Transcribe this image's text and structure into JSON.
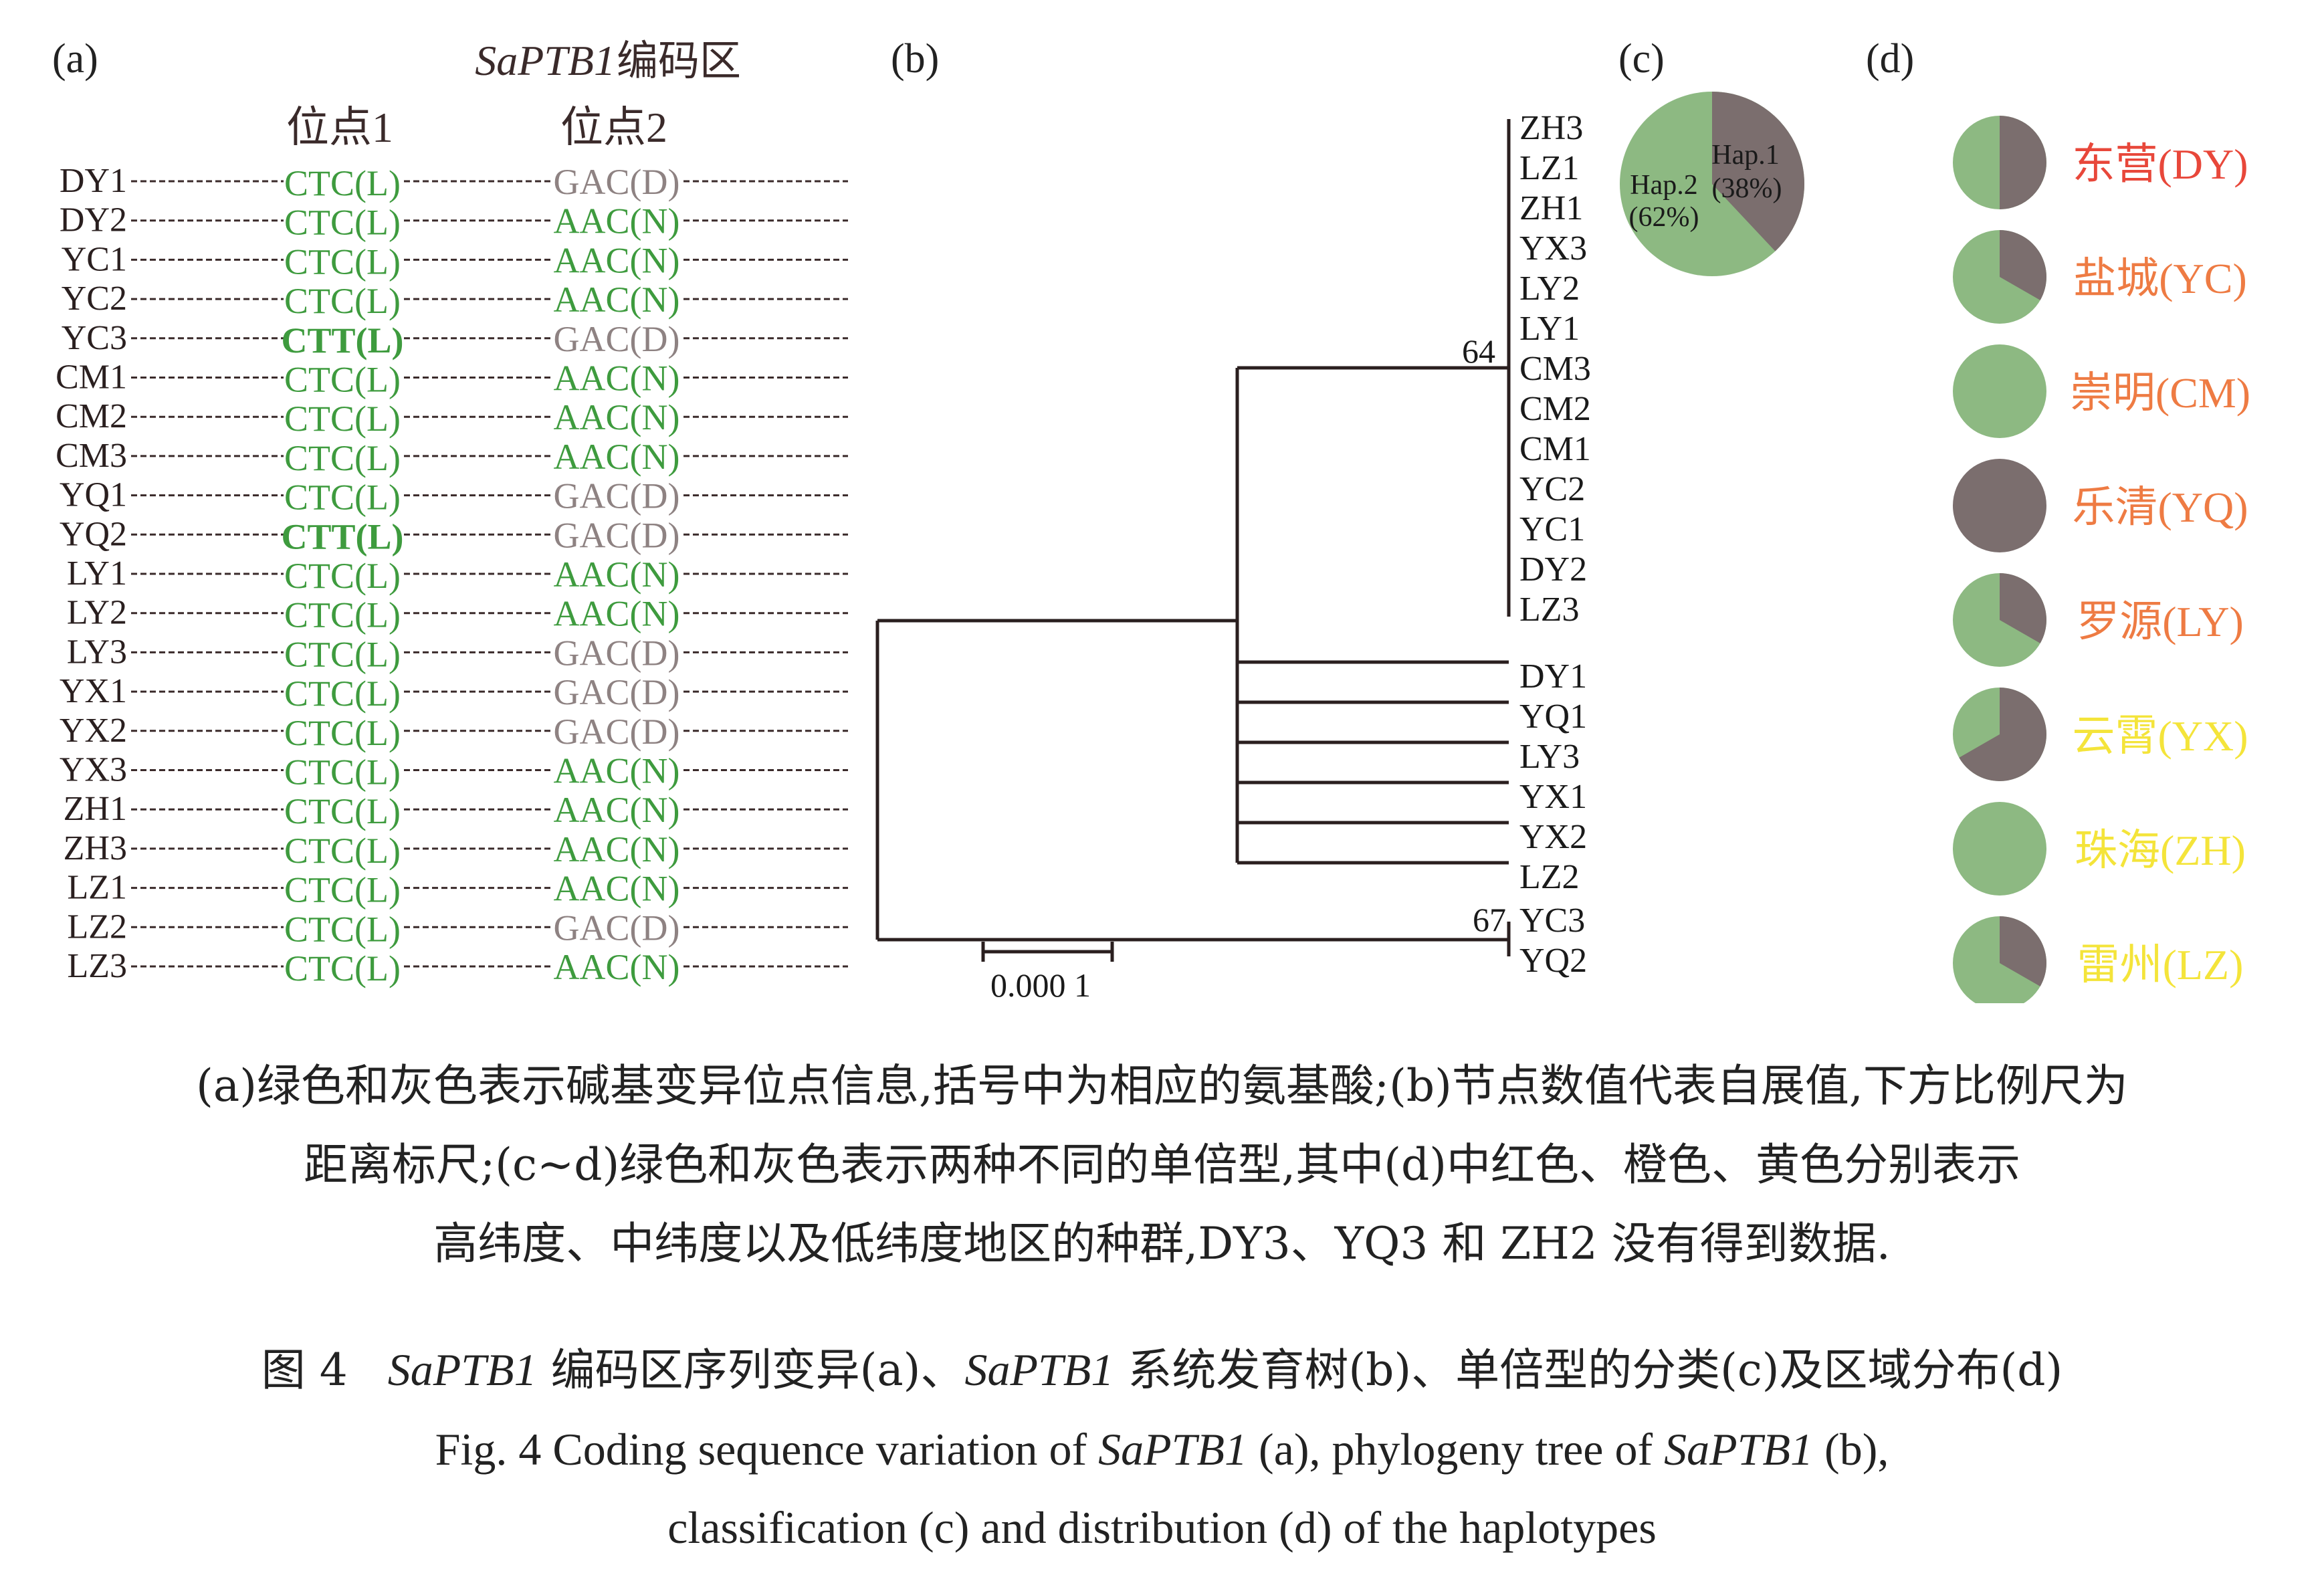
{
  "panel_labels": {
    "a": "(a)",
    "b": "(b)",
    "c": "(c)",
    "d": "(d)"
  },
  "panel_a": {
    "title_gene": "SaPTB1",
    "title_suffix": "编码区",
    "site1": "位点1",
    "site2": "位点2",
    "rows": [
      {
        "sample": "DY1",
        "s1": "CTC(L)",
        "s1_bold": false,
        "s2": "GAC(D)",
        "s2_hap": "gray"
      },
      {
        "sample": "DY2",
        "s1": "CTC(L)",
        "s1_bold": false,
        "s2": "AAC(N)",
        "s2_hap": "green"
      },
      {
        "sample": "YC1",
        "s1": "CTC(L)",
        "s1_bold": false,
        "s2": "AAC(N)",
        "s2_hap": "green"
      },
      {
        "sample": "YC2",
        "s1": "CTC(L)",
        "s1_bold": false,
        "s2": "AAC(N)",
        "s2_hap": "green"
      },
      {
        "sample": "YC3",
        "s1": "CTT(L)",
        "s1_bold": true,
        "s2": "GAC(D)",
        "s2_hap": "gray"
      },
      {
        "sample": "CM1",
        "s1": "CTC(L)",
        "s1_bold": false,
        "s2": "AAC(N)",
        "s2_hap": "green"
      },
      {
        "sample": "CM2",
        "s1": "CTC(L)",
        "s1_bold": false,
        "s2": "AAC(N)",
        "s2_hap": "green"
      },
      {
        "sample": "CM3",
        "s1": "CTC(L)",
        "s1_bold": false,
        "s2": "AAC(N)",
        "s2_hap": "green"
      },
      {
        "sample": "YQ1",
        "s1": "CTC(L)",
        "s1_bold": false,
        "s2": "GAC(D)",
        "s2_hap": "gray"
      },
      {
        "sample": "YQ2",
        "s1": "CTT(L)",
        "s1_bold": true,
        "s2": "GAC(D)",
        "s2_hap": "gray"
      },
      {
        "sample": "LY1",
        "s1": "CTC(L)",
        "s1_bold": false,
        "s2": "AAC(N)",
        "s2_hap": "green"
      },
      {
        "sample": "LY2",
        "s1": "CTC(L)",
        "s1_bold": false,
        "s2": "AAC(N)",
        "s2_hap": "green"
      },
      {
        "sample": "LY3",
        "s1": "CTC(L)",
        "s1_bold": false,
        "s2": "GAC(D)",
        "s2_hap": "gray"
      },
      {
        "sample": "YX1",
        "s1": "CTC(L)",
        "s1_bold": false,
        "s2": "GAC(D)",
        "s2_hap": "gray"
      },
      {
        "sample": "YX2",
        "s1": "CTC(L)",
        "s1_bold": false,
        "s2": "GAC(D)",
        "s2_hap": "gray"
      },
      {
        "sample": "YX3",
        "s1": "CTC(L)",
        "s1_bold": false,
        "s2": "AAC(N)",
        "s2_hap": "green"
      },
      {
        "sample": "ZH1",
        "s1": "CTC(L)",
        "s1_bold": false,
        "s2": "AAC(N)",
        "s2_hap": "green"
      },
      {
        "sample": "ZH3",
        "s1": "CTC(L)",
        "s1_bold": false,
        "s2": "AAC(N)",
        "s2_hap": "green"
      },
      {
        "sample": "LZ1",
        "s1": "CTC(L)",
        "s1_bold": false,
        "s2": "AAC(N)",
        "s2_hap": "green"
      },
      {
        "sample": "LZ2",
        "s1": "CTC(L)",
        "s1_bold": false,
        "s2": "GAC(D)",
        "s2_hap": "gray"
      },
      {
        "sample": "LZ3",
        "s1": "CTC(L)",
        "s1_bold": false,
        "s2": "AAC(N)",
        "s2_hap": "green"
      }
    ]
  },
  "panel_b": {
    "clade1_taxa": [
      "ZH3",
      "LZ1",
      "ZH1",
      "YX3",
      "LY2",
      "LY1",
      "CM3",
      "CM2",
      "CM1",
      "YC2",
      "YC1",
      "DY2",
      "LZ3"
    ],
    "clade1_bootstrap": "64",
    "comb_taxa": [
      "DY1",
      "YQ1",
      "LY3",
      "YX1",
      "YX2",
      "LZ2"
    ],
    "clade2_taxa": [
      "YC3",
      "YQ2"
    ],
    "clade2_bootstrap": "67",
    "scale_label": "0.000 1"
  },
  "panel_c": {
    "hap1_label": "Hap.1",
    "hap1_pct_label": "(38%)",
    "hap1_fraction": 0.38,
    "hap2_label": "Hap.2",
    "hap2_pct_label": "(62%)"
  },
  "panel_d": {
    "regions": [
      {
        "label": "东营(DY)",
        "hap1_fraction": 0.5,
        "color_class": "red"
      },
      {
        "label": "盐城(YC)",
        "hap1_fraction": 0.333,
        "color_class": "orange"
      },
      {
        "label": "崇明(CM)",
        "hap1_fraction": 0,
        "color_class": "orange"
      },
      {
        "label": "乐清(YQ)",
        "hap1_fraction": 1,
        "color_class": "orange"
      },
      {
        "label": "罗源(LY)",
        "hap1_fraction": 0.333,
        "color_class": "orange"
      },
      {
        "label": "云霄(YX)",
        "hap1_fraction": 0.667,
        "color_class": "yellow"
      },
      {
        "label": "珠海(ZH)",
        "hap1_fraction": 0,
        "color_class": "yellow"
      },
      {
        "label": "雷州(LZ)",
        "hap1_fraction": 0.333,
        "color_class": "yellow"
      }
    ]
  },
  "colors": {
    "hap_green": "#8DB982",
    "hap_gray": "#7B6E6E",
    "site_green": "#3E9B3E",
    "site_gray": "#8E8282",
    "red": "#E8473A",
    "orange": "#EE7B43",
    "yellow": "#F4E43A",
    "line": "#2A1F1F"
  },
  "note": {
    "line1": "(a)绿色和灰色表示碱基变异位点信息,括号中为相应的氨基酸;(b)节点数值代表自展值,下方比例尺为",
    "line2": "距离标尺;(c~d)绿色和灰色表示两种不同的单倍型,其中(d)中红色、橙色、黄色分别表示",
    "line3": "高纬度、中纬度以及低纬度地区的种群,DY3、YQ3 和 ZH2 没有得到数据."
  },
  "caption_cn": {
    "prefix": "图 4",
    "gene1": "SaPTB1",
    "part1": " 编码区序列变异(a)、",
    "gene2": "SaPTB1",
    "part2": " 系统发育树(b)、单倍型的分类(c)及区域分布(d)"
  },
  "caption_en": {
    "line1_a": "Fig. 4  Coding sequence variation of ",
    "gene1": "SaPTB1",
    "line1_b": " (a), phylogeny tree of ",
    "gene2": "SaPTB1",
    "line1_c": " (b),",
    "line2": "classification (c) and distribution (d) of the haplotypes"
  }
}
